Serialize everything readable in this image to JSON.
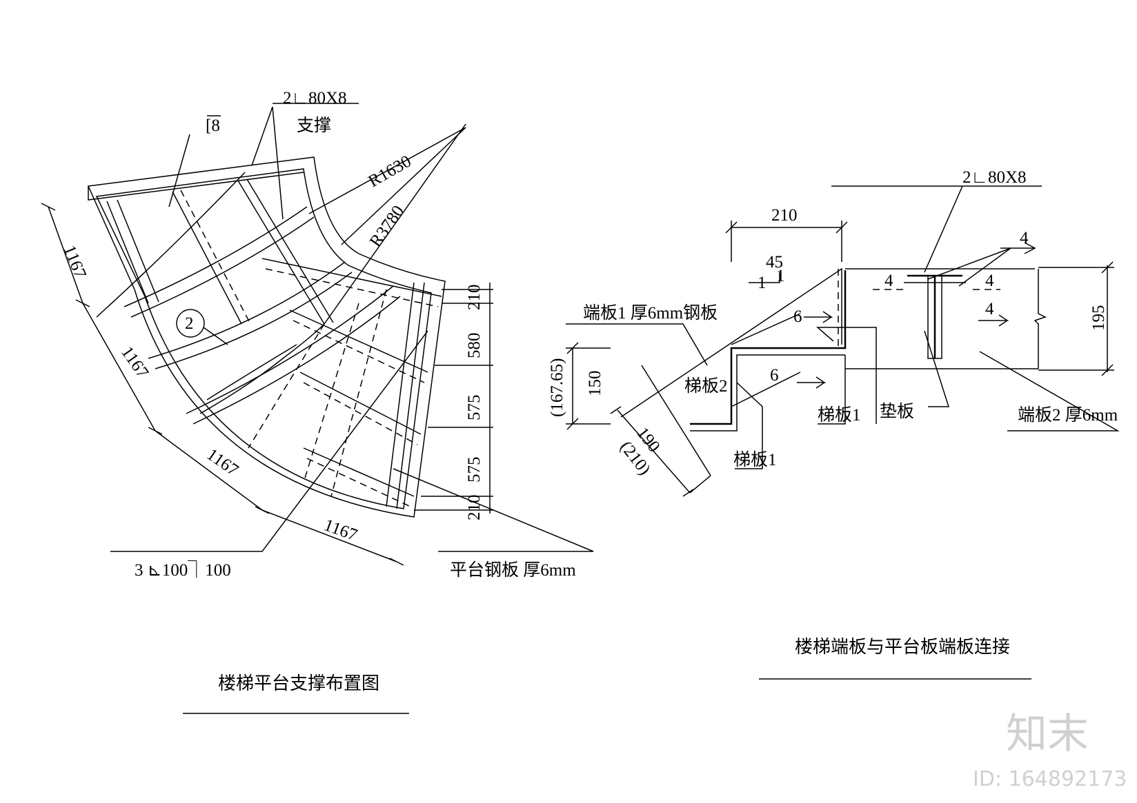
{
  "left_view": {
    "title": "楼梯平台支撑布置图",
    "callout_brace_section": "2∟80X8",
    "callout_brace_name": "支撑",
    "callout_channel": "[8",
    "radius_outer": "R1630",
    "radius_inner": "R3780",
    "arc_dims": [
      "1167",
      "1167",
      "1167",
      "1167"
    ],
    "right_dims": [
      "210",
      "580",
      "575",
      "575",
      "210"
    ],
    "section_mark": "2",
    "weld_note": "3 ⊾100⏋100",
    "plate_note": "平台钢板  厚6mm"
  },
  "right_view": {
    "title": "楼梯端板与平台板端板连接",
    "angle_callout": "2∟80X8",
    "dim_top": "210",
    "dim_angle": "45",
    "dim_slope_ratio": "1",
    "dim_slope_run": "1",
    "dim_right": "195",
    "dim_left_inner": "150",
    "dim_left_outer": "(167.65)",
    "dim_diag": "190",
    "dim_diag_alt": "(210)",
    "weld_4a": "4",
    "weld_4b": "4",
    "weld_4c": "4",
    "weld_4d": "4",
    "weld_6a": "6",
    "weld_6b": "6",
    "label_end_plate1": "端板1 厚6mm钢板",
    "label_stair_plate2": "梯板2",
    "label_stair_plate1a": "梯板1",
    "label_stair_plate1b": "梯板1",
    "label_pad_plate": "垫板",
    "label_end_plate2": "端板2 厚6mm"
  },
  "watermark": {
    "brand": "知末",
    "id": "ID: 164892173"
  }
}
